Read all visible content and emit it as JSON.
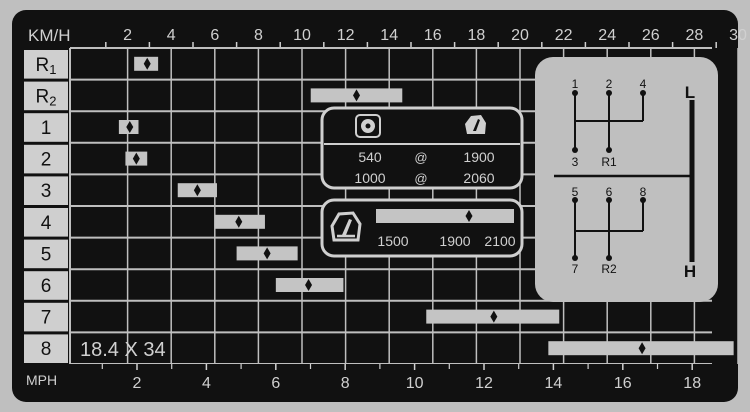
{
  "kmh_label": "KM/H",
  "mph_label": "MPH",
  "kmh_ticks": [
    "2",
    "4",
    "6",
    "8",
    "10",
    "12",
    "14",
    "16",
    "18",
    "20",
    "22",
    "24",
    "26",
    "28",
    "30"
  ],
  "mph_ticks": [
    "2",
    "4",
    "6",
    "8",
    "10",
    "12",
    "14",
    "16",
    "18"
  ],
  "tire_size": "18.4 X 34",
  "gears": [
    {
      "label": "R1",
      "sub": "1",
      "from_kmh": 2.3,
      "to_kmh": 3.4,
      "marker_kmh": 2.9
    },
    {
      "label": "R2",
      "sub": "2",
      "from_kmh": 10.4,
      "to_kmh": 14.6,
      "marker_kmh": 12.5
    },
    {
      "label": "1",
      "from_kmh": 1.6,
      "to_kmh": 2.5,
      "marker_kmh": 2.1
    },
    {
      "label": "2",
      "from_kmh": 1.9,
      "to_kmh": 2.9,
      "marker_kmh": 2.4
    },
    {
      "label": "3",
      "from_kmh": 4.3,
      "to_kmh": 6.1,
      "marker_kmh": 5.2
    },
    {
      "label": "4",
      "from_kmh": 6.0,
      "to_kmh": 8.3,
      "marker_kmh": 7.1
    },
    {
      "label": "5",
      "from_kmh": 7.0,
      "to_kmh": 9.8,
      "marker_kmh": 8.4
    },
    {
      "label": "6",
      "from_kmh": 8.8,
      "to_kmh": 11.9,
      "marker_kmh": 10.3
    },
    {
      "label": "7",
      "from_kmh": 15.7,
      "to_kmh": 21.8,
      "marker_kmh": 18.8
    },
    {
      "label": "8",
      "from_kmh": 21.3,
      "to_kmh": 29.8,
      "marker_kmh": 25.6
    }
  ],
  "pto_box": {
    "icon_left": "pto-shaft-icon",
    "icon_right": "engine-icon",
    "rows": [
      {
        "pto": "540",
        "at": "@",
        "rpm": "1900"
      },
      {
        "pto": "1000",
        "at": "@",
        "rpm": "2060"
      }
    ]
  },
  "engine_box": {
    "icon": "engine-icon",
    "scale": [
      "1500",
      "1900",
      "2100"
    ],
    "bar_from_rpm": 1500,
    "bar_to_rpm": 2100,
    "marker_rpm": 1900
  },
  "shift_pattern": {
    "high_range": "L",
    "low_range": "H",
    "top_positions": [
      "1",
      "2",
      "4"
    ],
    "top_bottom_positions": [
      "3",
      "R1"
    ],
    "bottom_top_positions": [
      "5",
      "6",
      "8"
    ],
    "bottom_bottom_positions": [
      "7",
      "R2"
    ]
  }
}
